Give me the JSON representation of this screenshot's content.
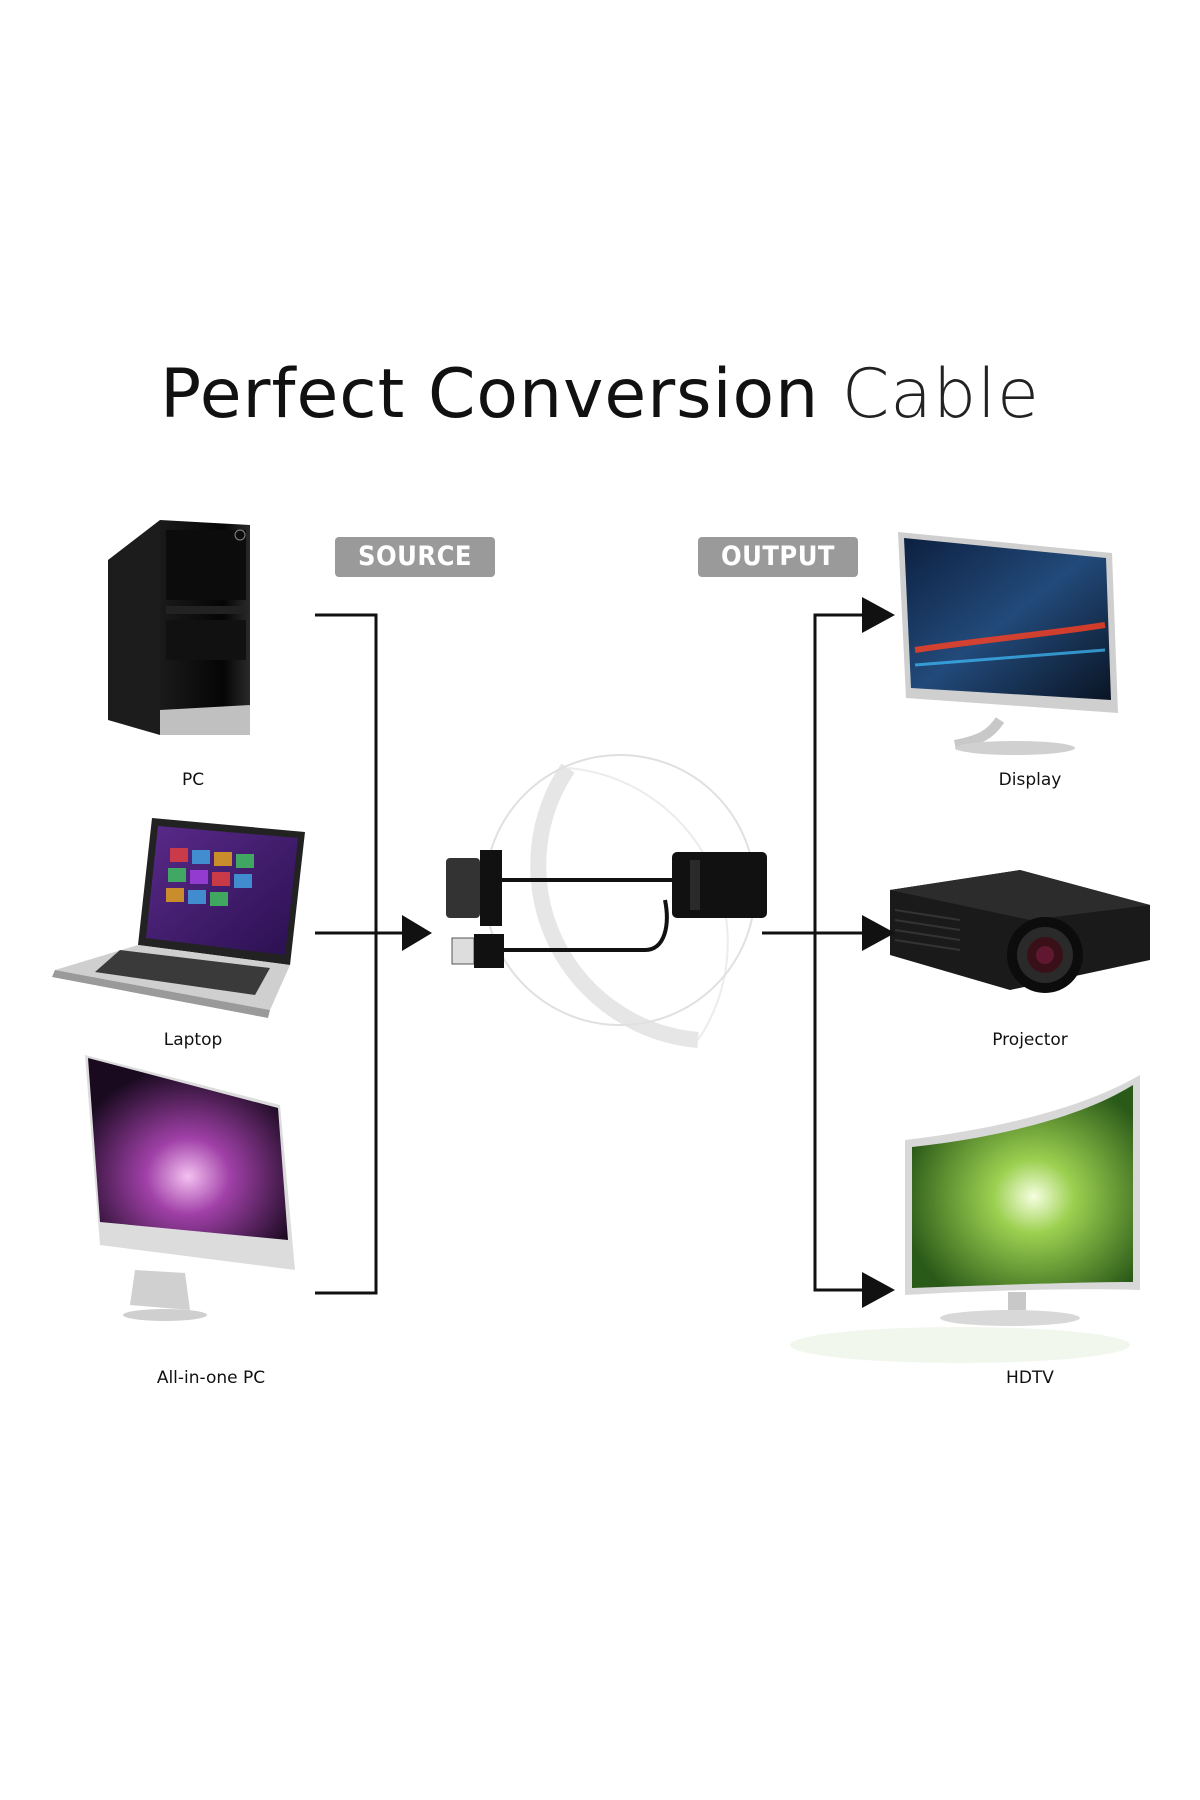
{
  "title": {
    "main": "Perfect Conversion",
    "light": "Cable"
  },
  "badges": {
    "source": "SOURCE",
    "output": "OUTPUT"
  },
  "sources": [
    {
      "label": "PC",
      "icon": "desktop-tower-icon"
    },
    {
      "label": "Laptop",
      "icon": "laptop-icon"
    },
    {
      "label": "All-in-one PC",
      "icon": "all-in-one-pc-icon"
    }
  ],
  "outputs": [
    {
      "label": "Display",
      "icon": "monitor-icon"
    },
    {
      "label": "Projector",
      "icon": "projector-icon"
    },
    {
      "label": "HDTV",
      "icon": "curved-tv-icon"
    }
  ],
  "adapter": {
    "icon": "vga-to-hdmi-adapter-icon"
  },
  "colors": {
    "line": "#111111",
    "badge": "#9a9a9a",
    "ring": "#e3e3e3"
  }
}
